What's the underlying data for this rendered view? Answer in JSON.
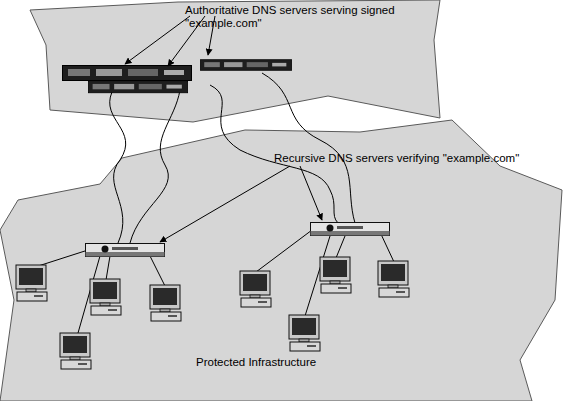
{
  "diagram": {
    "nodes": [
      {
        "text": [
          "Authoritative DNS servers serving signed \"example.com\""
        ]
      },
      {
        "text": [
          "Recursive DNS servers verifying \"example.com\"",
          "Protected Infrastructure"
        ]
      }
    ]
  }
}
